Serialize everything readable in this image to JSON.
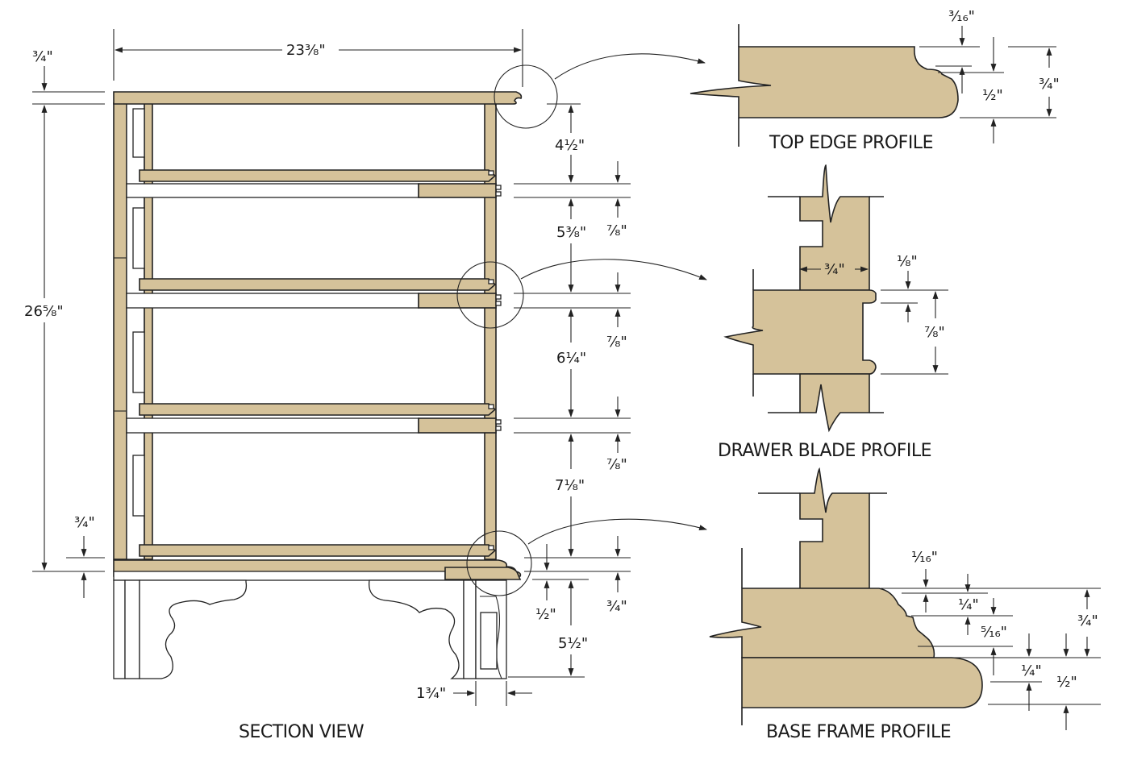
{
  "captions": {
    "section": "SECTION VIEW",
    "top_edge": "TOP EDGE PROFILE",
    "drawer_blade": "DRAWER BLADE PROFILE",
    "base_frame": "BASE FRAME PROFILE"
  },
  "dims": {
    "width": "23³⁄₈\"",
    "height": "26⁵⁄₈\"",
    "top_thick": "³⁄₄\"",
    "bottom_left": "³⁄₄\"",
    "d1": "4¹⁄₂\"",
    "d2": "5³⁄₈\"",
    "d3": "6¹⁄₄\"",
    "d4": "7¹⁄₈\"",
    "d5": "5¹⁄₂\"",
    "blade1": "⁷⁄₈\"",
    "blade2": "⁷⁄₈\"",
    "blade3": "⁷⁄₈\"",
    "base_half": "¹⁄₂\"",
    "base_three": "³⁄₄\"",
    "foot": "1³⁄₄\"",
    "te_316": "³⁄₁₆\"",
    "te_12": "¹⁄₂\"",
    "te_34": "³⁄₄\"",
    "db_34": "³⁄₄\"",
    "db_18": "¹⁄₈\"",
    "db_78": "⁷⁄₈\"",
    "bf_116": "¹⁄₁₆\"",
    "bf_14a": "¹⁄₄\"",
    "bf_516": "⁵⁄₁₆\"",
    "bf_34": "³⁄₄\"",
    "bf_14b": "¹⁄₄\"",
    "bf_12": "¹⁄₂\""
  }
}
